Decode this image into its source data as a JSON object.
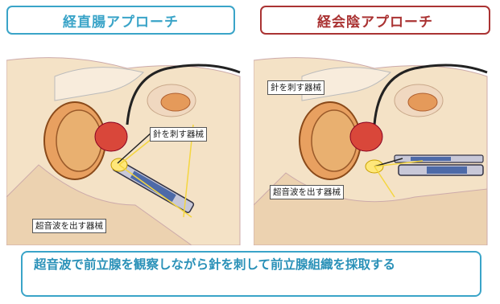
{
  "headers": {
    "left": "経直腸アプローチ",
    "right": "経会陰アプローチ",
    "left_color": "#3aa4c8",
    "right_color": "#aa3333"
  },
  "labels": {
    "left_needle": "針を刺す器械",
    "left_ultrasound": "超音波を出す器械",
    "right_needle": "針を刺す器械",
    "right_ultrasound": "超音波を出す器械"
  },
  "summary": "超音波で前立腺を観察しながら針を刺して前立腺組織を採取する"
}
